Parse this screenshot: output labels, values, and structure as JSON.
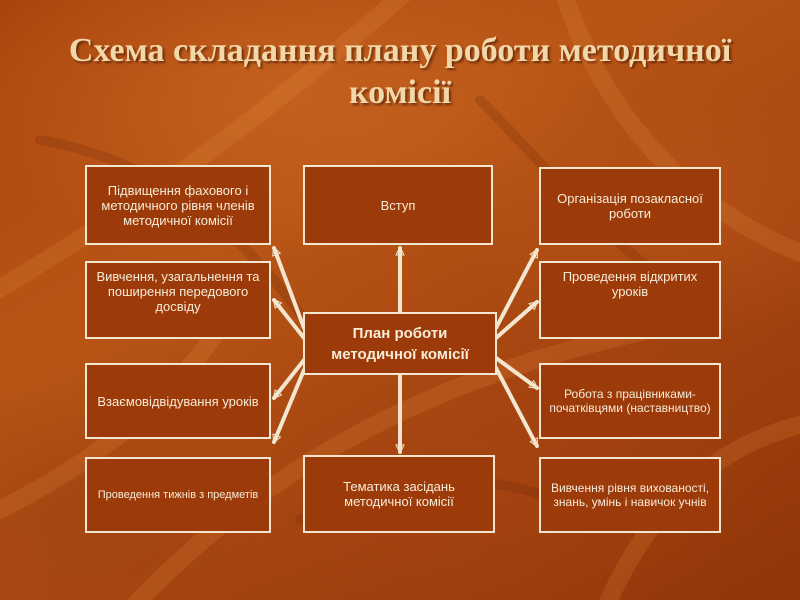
{
  "title": "Схема складання плану роботи методичної комісії",
  "diagram": {
    "center": "План роботи методичної комісії",
    "top": "Вступ",
    "bottom": "Тематика засідань методичної комісії",
    "left": [
      "Підвищення фахового і методичного рівня членів методичної комісії",
      "Вивчення, узагальнення та поширення передового досвіду",
      "Взаємовідвідування уроків",
      "Проведення тижнів з предметів"
    ],
    "right": [
      "Організація позакласної роботи",
      "Проведення відкритих уроків",
      "Робота з працівниками-початківцями (наставництво)",
      "Вивчення рівня вихованості, знань, умінь і навичок учнів"
    ]
  },
  "colors": {
    "background": "#a9430d",
    "box_fill": "#9c3a09",
    "box_border": "#f3e6cf",
    "title_text": "#f2d7a8"
  }
}
